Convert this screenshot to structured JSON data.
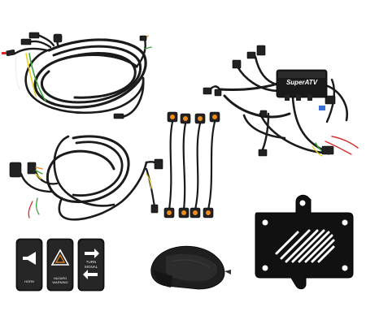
{
  "module": {
    "brand_text": "SuperATV",
    "colors": {
      "body": "#1a1a1a",
      "brand_text": "#ffffff"
    }
  },
  "switches": [
    {
      "icon": "horn-icon",
      "label": "HORN"
    },
    {
      "icon": "hazard-icon",
      "label_line1": "HAZARD",
      "label_line2": "WARNING"
    },
    {
      "icon": "turn-arrows-icon",
      "label_line1": "TURN",
      "label_line2": "SIGNAL"
    }
  ],
  "colors": {
    "cable": "#1b1b1b",
    "wire_yellow": "#e8d21a",
    "wire_green": "#3aa33a",
    "wire_red": "#d62b2b",
    "wire_white": "#f2f2f2",
    "wire_orange": "#f08a1c",
    "switch_icon_white": "#ffffff",
    "switch_hazard_orange": "#f08a1c"
  }
}
